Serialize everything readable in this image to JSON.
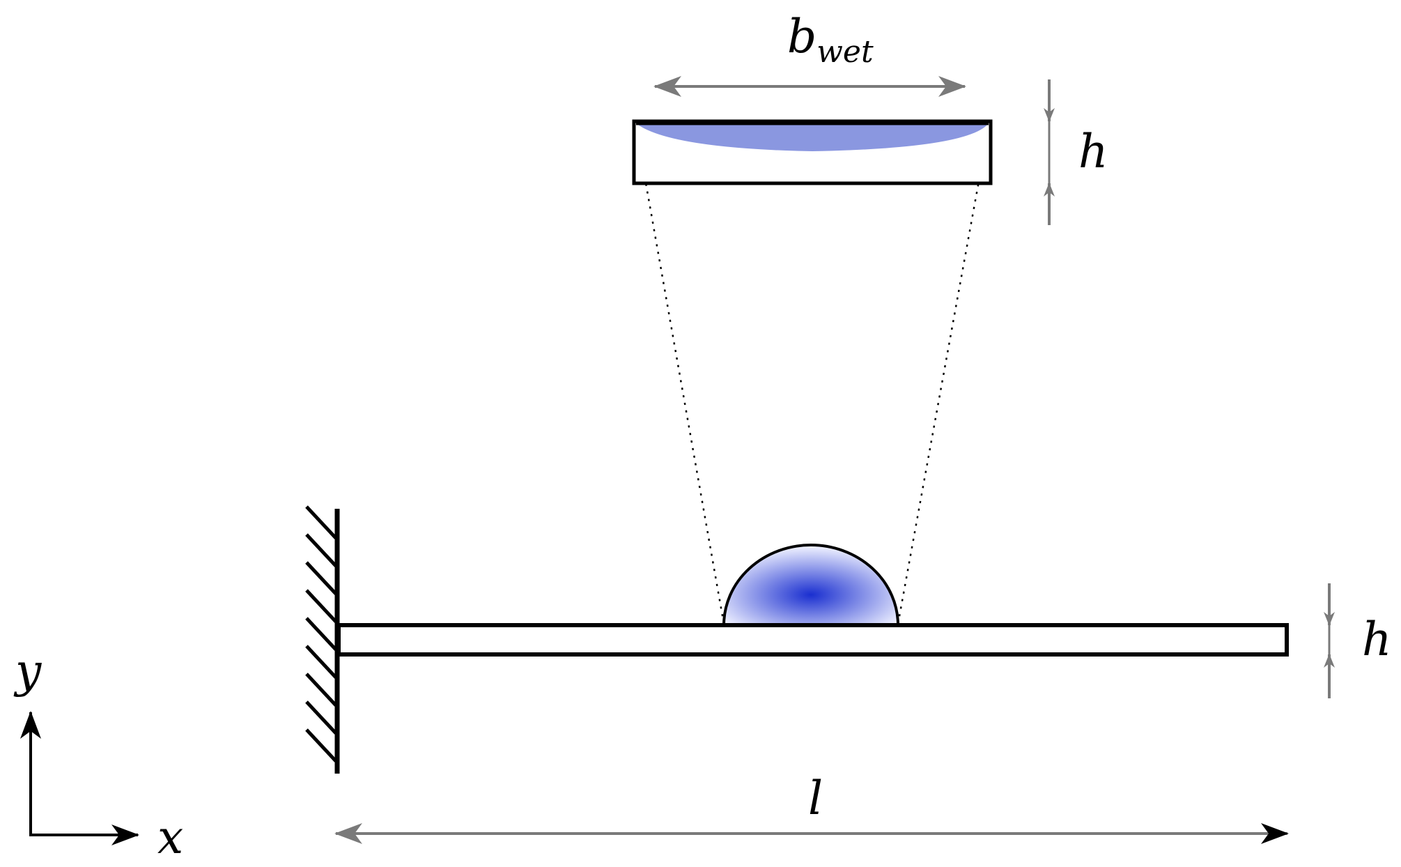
{
  "labels": {
    "wetted_width": "b",
    "wetted_width_subscript": "wet",
    "section_thickness": "h",
    "beam_thickness": "h",
    "beam_length": "l",
    "axis_y": "y",
    "axis_x": "x"
  },
  "colors": {
    "stroke": "#000000",
    "dimension_arrow": "#7a7a7a",
    "droplet_center": "#1a2fd0",
    "droplet_edge": "#eef0ff",
    "wet_layer": "#8a97e0"
  }
}
